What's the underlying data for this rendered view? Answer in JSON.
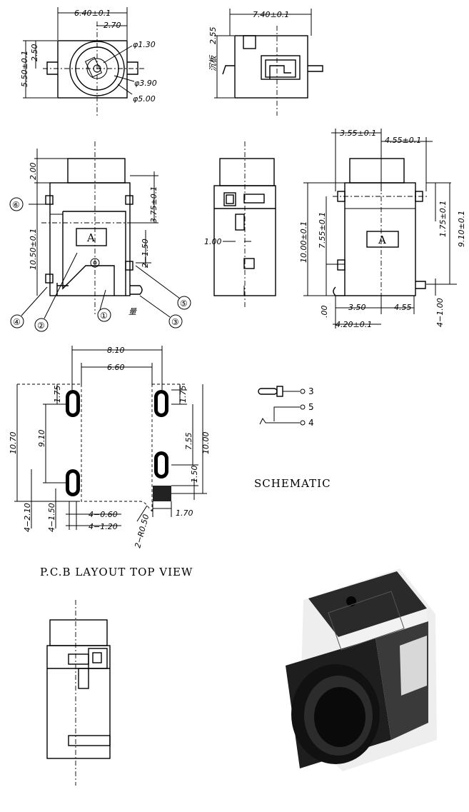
{
  "front_view": {
    "width": "6.40±0.1",
    "offset": "2.70",
    "height": "5.50±0.1",
    "center_height": "2.50",
    "pin_dia": "φ1.30",
    "inner_dia": "φ3.90",
    "outer_dia": "φ5.00"
  },
  "top_right_view": {
    "width": "7.40±0.1",
    "height": "2.55",
    "note": "沉板"
  },
  "side_view": {
    "top": "2.00",
    "total": "10.50±0.1",
    "h1": "3.75±0.1",
    "pin": "2−1.50",
    "box": "A",
    "callouts": [
      "①",
      "②",
      "③",
      "④",
      "⑤",
      "⑥"
    ],
    "mark": "量"
  },
  "mid_view": {
    "dim": "1.00"
  },
  "right_view": {
    "top_left": "3.55±0.1",
    "top_right": "4.55±0.1",
    "h_total": "10.00±0.1",
    "h_mid": "7.55±0.1",
    "h_right_a": "1.75±0.1",
    "h_right_b": "9.10±0.1",
    "box": "A",
    "bottom_a": "3.50",
    "bottom_b": "4.55",
    "bottom_c": "4.20±0.1",
    "left_small": ".00",
    "right_small": "4−1.00"
  },
  "pcb": {
    "w_outer": "8.10",
    "w_inner": "6.60",
    "left_175": "1.75",
    "left_910": "9.10",
    "left_total": "10.70",
    "left_150": "4−1.50",
    "left_210": "4−2.10",
    "bot_060": "4−0.60",
    "bot_120": "4−1.20",
    "radius": "2−R0.50",
    "right_175": "1.75",
    "right_755": "7.55",
    "right_1000": "10.00",
    "right_150": "1.50",
    "right_170": "1.70",
    "caption": "P.C.B LAYOUT TOP VIEW"
  },
  "schematic": {
    "pins": [
      "3",
      "5",
      "4"
    ],
    "caption": "SCHEMATIC"
  }
}
